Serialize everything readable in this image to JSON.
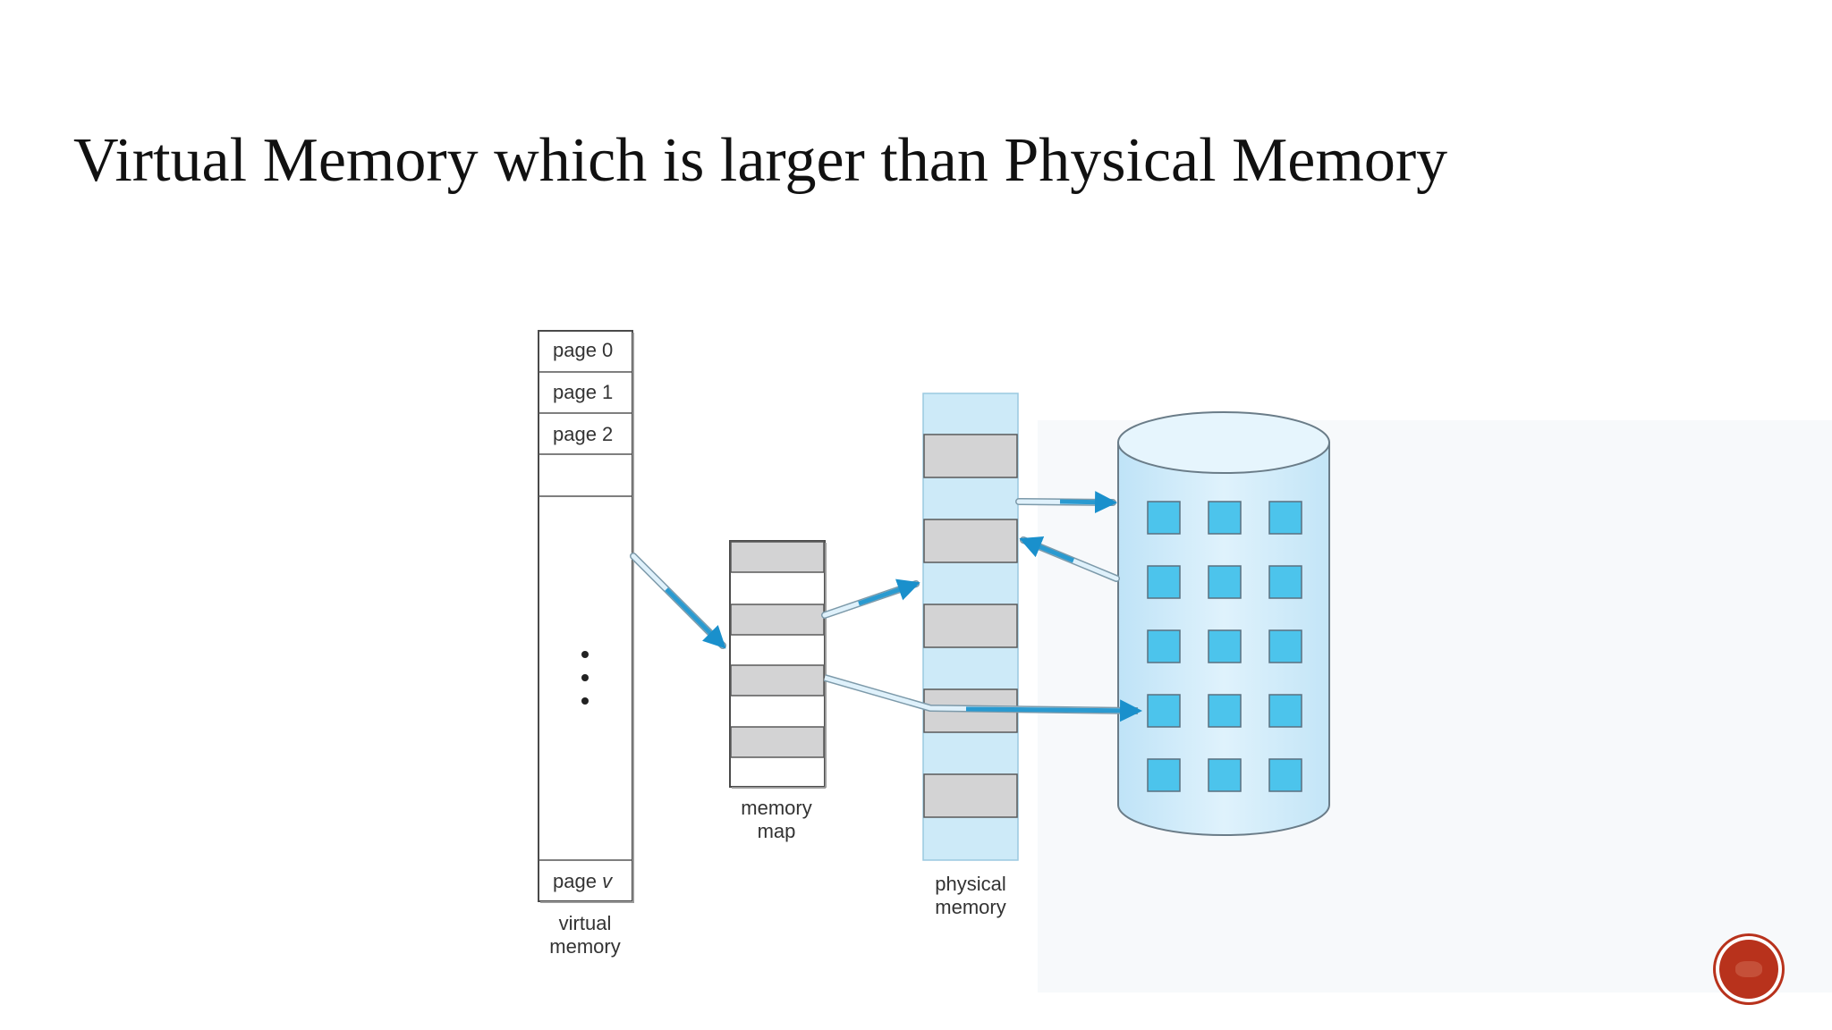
{
  "slide": {
    "title": "Virtual Memory which is larger than Physical Memory"
  },
  "diagram": {
    "virtual_memory": {
      "pages": [
        "page 0",
        "page 1",
        "page 2"
      ],
      "last_page": "page ",
      "last_page_var": "v",
      "caption_line1": "virtual",
      "caption_line2": "memory"
    },
    "memory_map": {
      "caption_line1": "memory",
      "caption_line2": "map"
    },
    "physical_memory": {
      "caption_line1": "physical",
      "caption_line2": "memory"
    },
    "colors": {
      "frame_gray": "#d3d3d4",
      "frame_blue": "#cdeaf8",
      "disk": "#d3ecfa",
      "disk_block": "#4cc4ec",
      "arrow": "#2a9ad0"
    }
  }
}
